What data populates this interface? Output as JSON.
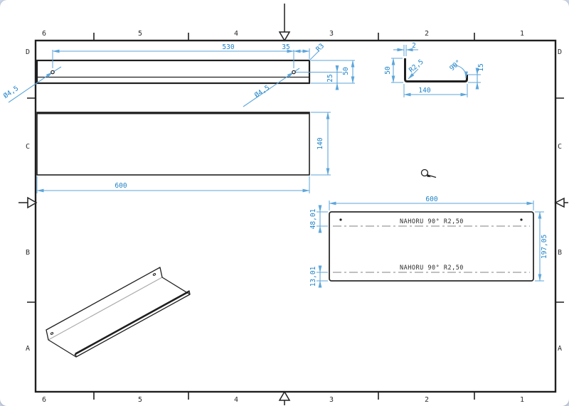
{
  "colors": {
    "dim_line": "#5ea6da",
    "dim_text": "#1e82c8",
    "outline": "#1f1f1f",
    "bend_line": "#9a9a9a",
    "backdrop": "#ccd7ec"
  },
  "border": {
    "cols": [
      "6",
      "5",
      "4",
      "3",
      "2",
      "1"
    ],
    "rows": [
      "D",
      "C",
      "B",
      "A"
    ]
  },
  "views": {
    "front": {
      "hole_spacing": "530",
      "hole_to_edge": "35",
      "corner_radius": "R3",
      "height": "50",
      "hole_offset": "25",
      "hole_dia_left": "Ø4,5",
      "hole_dia_right": "Ø4,5"
    },
    "top": {
      "width": "600",
      "depth": "140"
    },
    "profile": {
      "thickness": "2",
      "height": "50",
      "bend_radius": "R2,5",
      "bend_angle": "90°",
      "lip": "15",
      "width": "140"
    },
    "flat": {
      "width": "600",
      "top_bend_offset": "48,01",
      "bottom_bend_offset": "13,01",
      "total_depth": "197,05",
      "bend_note_top": "NAHORU 90° R2,50",
      "bend_note_bottom": "NAHORU 90° R2,50"
    }
  }
}
